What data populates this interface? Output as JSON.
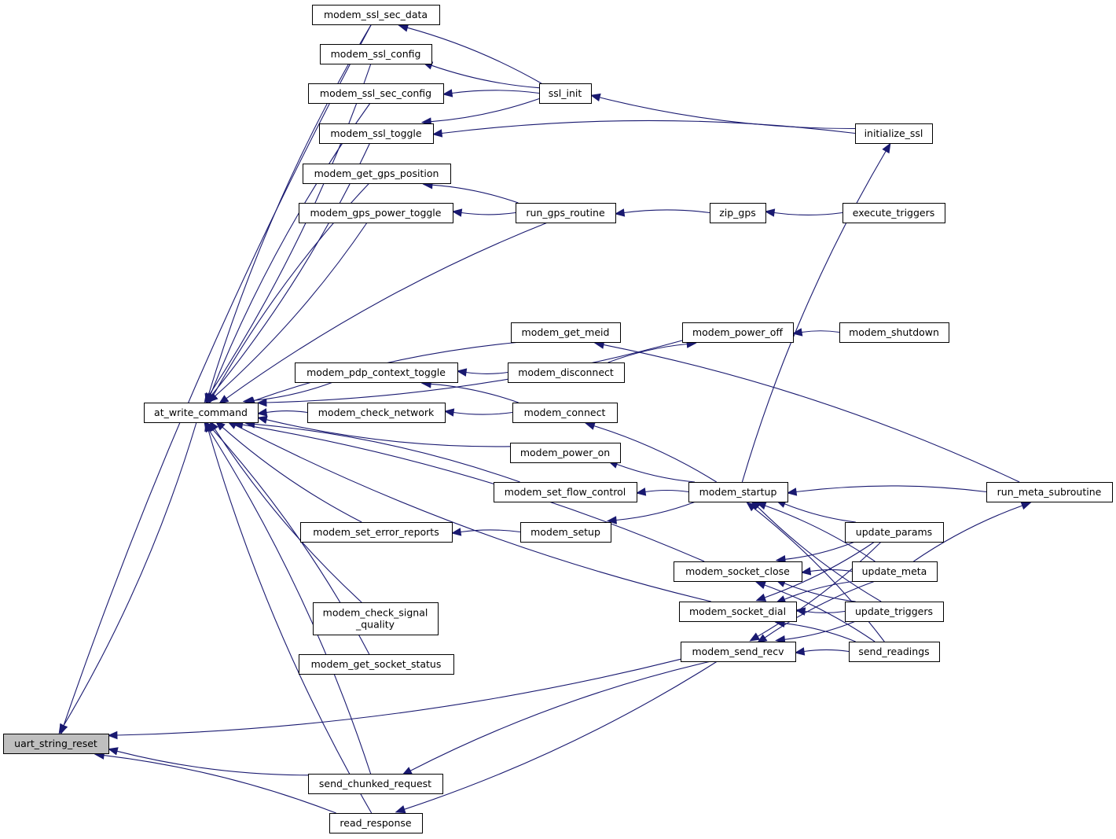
{
  "graph": {
    "nodes": [
      {
        "id": "uart_string_reset",
        "lines": [
          "uart_string_reset"
        ],
        "root": true
      },
      {
        "id": "at_write_command",
        "lines": [
          "at_write_command"
        ]
      },
      {
        "id": "modem_ssl_sec_data",
        "lines": [
          "modem_ssl_sec_data"
        ]
      },
      {
        "id": "modem_ssl_config",
        "lines": [
          "modem_ssl_config"
        ]
      },
      {
        "id": "modem_ssl_sec_config",
        "lines": [
          "modem_ssl_sec_config"
        ]
      },
      {
        "id": "modem_ssl_toggle",
        "lines": [
          "modem_ssl_toggle"
        ]
      },
      {
        "id": "modem_get_gps_position",
        "lines": [
          "modem_get_gps_position"
        ]
      },
      {
        "id": "modem_gps_power_toggle",
        "lines": [
          "modem_gps_power_toggle"
        ]
      },
      {
        "id": "modem_pdp_context_toggle",
        "lines": [
          "modem_pdp_context_toggle"
        ]
      },
      {
        "id": "modem_check_network",
        "lines": [
          "modem_check_network"
        ]
      },
      {
        "id": "modem_set_error_reports",
        "lines": [
          "modem_set_error_reports"
        ]
      },
      {
        "id": "modem_check_signal_quality",
        "lines": [
          "modem_check_signal",
          "_quality"
        ]
      },
      {
        "id": "modem_get_socket_status",
        "lines": [
          "modem_get_socket_status"
        ]
      },
      {
        "id": "send_chunked_request",
        "lines": [
          "send_chunked_request"
        ]
      },
      {
        "id": "read_response",
        "lines": [
          "read_response"
        ]
      },
      {
        "id": "ssl_init",
        "lines": [
          "ssl_init"
        ]
      },
      {
        "id": "run_gps_routine",
        "lines": [
          "run_gps_routine"
        ]
      },
      {
        "id": "modem_get_meid",
        "lines": [
          "modem_get_meid"
        ]
      },
      {
        "id": "modem_disconnect",
        "lines": [
          "modem_disconnect"
        ]
      },
      {
        "id": "modem_connect",
        "lines": [
          "modem_connect"
        ]
      },
      {
        "id": "modem_power_on",
        "lines": [
          "modem_power_on"
        ]
      },
      {
        "id": "modem_set_flow_control",
        "lines": [
          "modem_set_flow_control"
        ]
      },
      {
        "id": "modem_setup",
        "lines": [
          "modem_setup"
        ]
      },
      {
        "id": "zip_gps",
        "lines": [
          "zip_gps"
        ]
      },
      {
        "id": "modem_power_off",
        "lines": [
          "modem_power_off"
        ]
      },
      {
        "id": "modem_startup",
        "lines": [
          "modem_startup"
        ]
      },
      {
        "id": "modem_socket_close",
        "lines": [
          "modem_socket_close"
        ]
      },
      {
        "id": "modem_socket_dial",
        "lines": [
          "modem_socket_dial"
        ]
      },
      {
        "id": "modem_send_recv",
        "lines": [
          "modem_send_recv"
        ]
      },
      {
        "id": "initialize_ssl",
        "lines": [
          "initialize_ssl"
        ]
      },
      {
        "id": "execute_triggers",
        "lines": [
          "execute_triggers"
        ]
      },
      {
        "id": "modem_shutdown",
        "lines": [
          "modem_shutdown"
        ]
      },
      {
        "id": "run_meta_subroutine",
        "lines": [
          "run_meta_subroutine"
        ]
      },
      {
        "id": "update_params",
        "lines": [
          "update_params"
        ]
      },
      {
        "id": "update_meta",
        "lines": [
          "update_meta"
        ]
      },
      {
        "id": "update_triggers",
        "lines": [
          "update_triggers"
        ]
      },
      {
        "id": "send_readings",
        "lines": [
          "send_readings"
        ]
      }
    ],
    "edges": [
      [
        "at_write_command",
        "uart_string_reset"
      ],
      [
        "modem_ssl_sec_data",
        "uart_string_reset"
      ],
      [
        "send_chunked_request",
        "uart_string_reset"
      ],
      [
        "read_response",
        "uart_string_reset"
      ],
      [
        "modem_send_recv",
        "uart_string_reset"
      ],
      [
        "modem_ssl_sec_data",
        "at_write_command"
      ],
      [
        "modem_ssl_config",
        "at_write_command"
      ],
      [
        "modem_ssl_sec_config",
        "at_write_command"
      ],
      [
        "modem_ssl_toggle",
        "at_write_command"
      ],
      [
        "modem_get_gps_position",
        "at_write_command"
      ],
      [
        "modem_gps_power_toggle",
        "at_write_command"
      ],
      [
        "run_gps_routine",
        "at_write_command"
      ],
      [
        "modem_power_off",
        "at_write_command"
      ],
      [
        "modem_get_meid",
        "at_write_command"
      ],
      [
        "modem_pdp_context_toggle",
        "at_write_command"
      ],
      [
        "modem_check_network",
        "at_write_command"
      ],
      [
        "modem_power_on",
        "at_write_command"
      ],
      [
        "modem_set_flow_control",
        "at_write_command"
      ],
      [
        "modem_set_error_reports",
        "at_write_command"
      ],
      [
        "modem_socket_close",
        "at_write_command"
      ],
      [
        "modem_check_signal_quality",
        "at_write_command"
      ],
      [
        "modem_get_socket_status",
        "at_write_command"
      ],
      [
        "modem_socket_dial",
        "at_write_command"
      ],
      [
        "send_chunked_request",
        "at_write_command"
      ],
      [
        "read_response",
        "at_write_command"
      ],
      [
        "ssl_init",
        "modem_ssl_sec_data"
      ],
      [
        "ssl_init",
        "modem_ssl_config"
      ],
      [
        "ssl_init",
        "modem_ssl_sec_config"
      ],
      [
        "ssl_init",
        "modem_ssl_toggle"
      ],
      [
        "initialize_ssl",
        "modem_ssl_toggle"
      ],
      [
        "initialize_ssl",
        "ssl_init"
      ],
      [
        "run_gps_routine",
        "modem_get_gps_position"
      ],
      [
        "run_gps_routine",
        "modem_gps_power_toggle"
      ],
      [
        "zip_gps",
        "run_gps_routine"
      ],
      [
        "execute_triggers",
        "zip_gps"
      ],
      [
        "modem_shutdown",
        "modem_power_off"
      ],
      [
        "modem_disconnect",
        "modem_power_off"
      ],
      [
        "run_meta_subroutine",
        "modem_get_meid"
      ],
      [
        "modem_disconnect",
        "modem_pdp_context_toggle"
      ],
      [
        "modem_connect",
        "modem_pdp_context_toggle"
      ],
      [
        "modem_connect",
        "modem_check_network"
      ],
      [
        "modem_startup",
        "modem_connect"
      ],
      [
        "modem_startup",
        "modem_power_on"
      ],
      [
        "modem_startup",
        "modem_set_flow_control"
      ],
      [
        "modem_startup",
        "modem_setup"
      ],
      [
        "modem_setup",
        "modem_set_error_reports"
      ],
      [
        "modem_startup",
        "initialize_ssl"
      ],
      [
        "run_meta_subroutine",
        "modem_startup"
      ],
      [
        "update_params",
        "modem_startup"
      ],
      [
        "update_meta",
        "modem_startup"
      ],
      [
        "update_triggers",
        "modem_startup"
      ],
      [
        "send_readings",
        "modem_startup"
      ],
      [
        "update_params",
        "modem_socket_close"
      ],
      [
        "update_meta",
        "modem_socket_close"
      ],
      [
        "update_triggers",
        "modem_socket_close"
      ],
      [
        "send_readings",
        "modem_socket_close"
      ],
      [
        "update_params",
        "modem_socket_dial"
      ],
      [
        "update_meta",
        "modem_socket_dial"
      ],
      [
        "update_triggers",
        "modem_socket_dial"
      ],
      [
        "send_readings",
        "modem_socket_dial"
      ],
      [
        "update_params",
        "modem_send_recv"
      ],
      [
        "update_meta",
        "modem_send_recv"
      ],
      [
        "update_triggers",
        "modem_send_recv"
      ],
      [
        "send_readings",
        "modem_send_recv"
      ],
      [
        "update_meta",
        "run_meta_subroutine"
      ],
      [
        "modem_send_recv",
        "send_chunked_request"
      ],
      [
        "modem_send_recv",
        "read_response"
      ]
    ]
  }
}
